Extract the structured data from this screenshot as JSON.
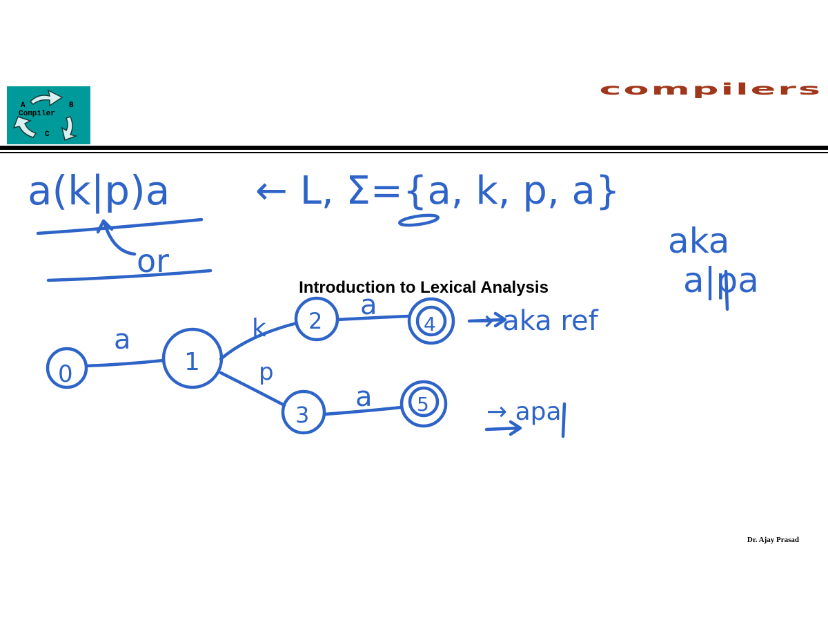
{
  "header": {
    "brand_title": "compilers",
    "logo": {
      "label_a": "A",
      "label_b": "B",
      "label_compiler": "Compiler",
      "label_c": "C"
    }
  },
  "slide": {
    "title": "Introduction to Lexical Analysis",
    "author": "Dr. Ajay Prasad"
  },
  "annotations": {
    "ink_color": "#2e64c8",
    "regex": "a(k|p)a",
    "or_note": "or",
    "language_def": "← L, Σ={a, k, p, a}",
    "match_aka": "aka",
    "match_apa": "a|pa",
    "ref_note": "→ aka ref",
    "apa_note": "→ apa",
    "states": [
      "0",
      "1",
      "2",
      "3",
      "4",
      "5"
    ],
    "transitions": [
      {
        "from": "0",
        "to": "1",
        "label": "a"
      },
      {
        "from": "1",
        "to": "2",
        "label": "k"
      },
      {
        "from": "1",
        "to": "3",
        "label": "p"
      },
      {
        "from": "2",
        "to": "4",
        "label": "a"
      },
      {
        "from": "3",
        "to": "5",
        "label": "a"
      }
    ],
    "accepting_states": [
      "4",
      "5"
    ]
  }
}
